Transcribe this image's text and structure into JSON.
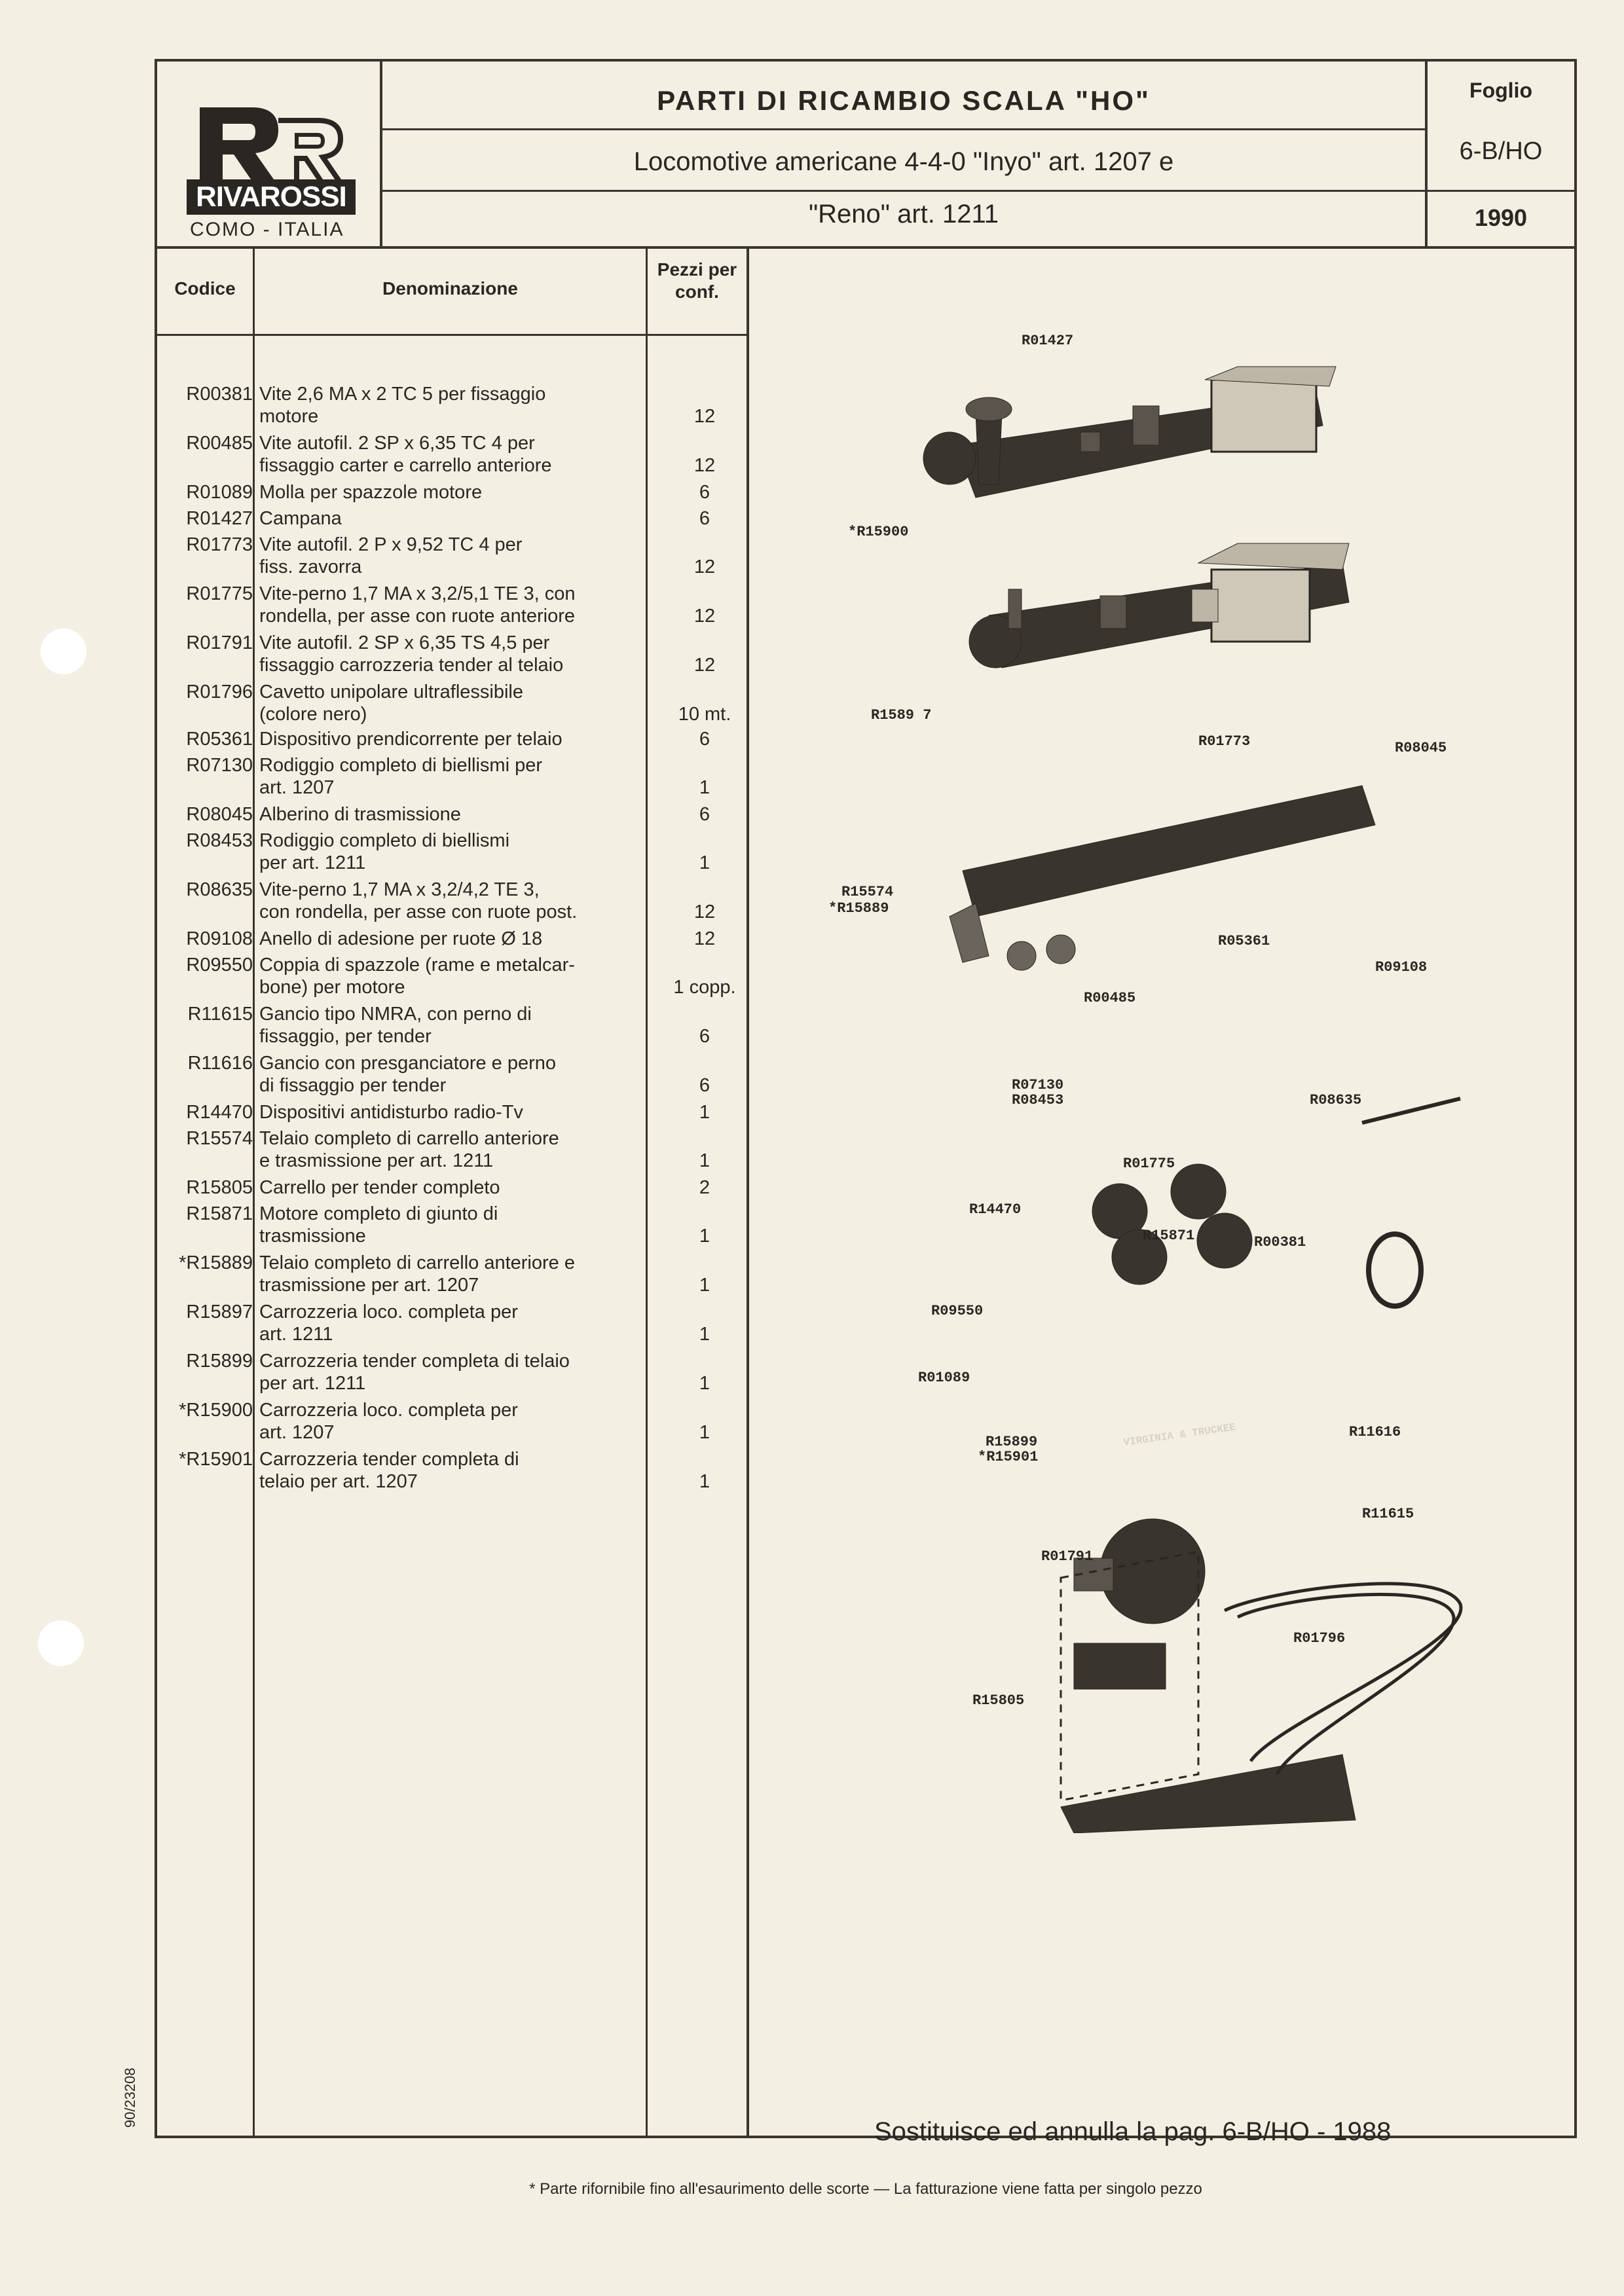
{
  "header": {
    "brand": "RIVAROSSI",
    "city": "COMO - ITALIA",
    "title": "PARTI DI RICAMBIO SCALA \"HO\"",
    "subtitle_1": "Locomotive americane 4-4-0 \"Inyo\" art. 1207 e",
    "subtitle_2": "\"Reno\" art. 1211",
    "foglio_label": "Foglio",
    "foglio_value": "6-B/HO",
    "year": "1990"
  },
  "table": {
    "col_code": "Codice",
    "col_name": "Denominazione",
    "col_qty": "Pezzi per conf.",
    "rows": [
      {
        "code": "R00381",
        "l1": "Vite 2,6 MA x 2 TC 5 per fissaggio",
        "l2": "motore",
        "qty": "12"
      },
      {
        "code": "R00485",
        "l1": "Vite autofil. 2 SP x 6,35 TC 4 per",
        "l2": "fissaggio carter e carrello anteriore",
        "qty": "12"
      },
      {
        "code": "R01089",
        "l1": "Molla per spazzole motore",
        "l2": "",
        "qty": "6"
      },
      {
        "code": "R01427",
        "l1": "Campana",
        "l2": "",
        "qty": "6"
      },
      {
        "code": "R01773",
        "l1": "Vite autofil. 2 P x 9,52 TC 4 per",
        "l2": "fiss. zavorra",
        "qty": "12"
      },
      {
        "code": "R01775",
        "l1": "Vite-perno 1,7 MA x 3,2/5,1 TE 3, con",
        "l2": "rondella, per asse con ruote anteriore",
        "qty": "12"
      },
      {
        "code": "R01791",
        "l1": "Vite autofil. 2 SP x 6,35 TS 4,5 per",
        "l2": "fissaggio carrozzeria tender al telaio",
        "qty": "12"
      },
      {
        "code": "R01796",
        "l1": "Cavetto unipolare ultraflessibile",
        "l2": "(colore nero)",
        "qty": "10 mt."
      },
      {
        "code": "R05361",
        "l1": "Dispositivo prendicorrente per telaio",
        "l2": "",
        "qty": "6"
      },
      {
        "code": "R07130",
        "l1": "Rodiggio completo di biellismi per",
        "l2": "art. 1207",
        "qty": "1"
      },
      {
        "code": "R08045",
        "l1": "Alberino di trasmissione",
        "l2": "",
        "qty": "6"
      },
      {
        "code": "R08453",
        "l1": "Rodiggio completo di biellismi",
        "l2": "per art. 1211",
        "qty": "1"
      },
      {
        "code": "R08635",
        "l1": "Vite-perno 1,7 MA x 3,2/4,2 TE 3,",
        "l2": "con rondella, per asse con ruote post.",
        "qty": "12"
      },
      {
        "code": "R09108",
        "l1": "Anello di adesione per ruote Ø 18",
        "l2": "",
        "qty": "12"
      },
      {
        "code": "R09550",
        "l1": "Coppia di spazzole (rame e metalcar-",
        "l2": "bone) per motore",
        "qty": "1 copp."
      },
      {
        "code": "R11615",
        "l1": "Gancio tipo NMRA, con perno di",
        "l2": "fissaggio, per tender",
        "qty": "6"
      },
      {
        "code": "R11616",
        "l1": "Gancio con presganciatore e perno",
        "l2": "di fissaggio per tender",
        "qty": "6"
      },
      {
        "code": "R14470",
        "l1": "Dispositivi antidisturbo radio-Tv",
        "l2": "",
        "qty": "1"
      },
      {
        "code": "R15574",
        "l1": "Telaio completo di carrello anteriore",
        "l2": "e trasmissione per art. 1211",
        "qty": "1"
      },
      {
        "code": "R15805",
        "l1": "Carrello per tender completo",
        "l2": "",
        "qty": "2"
      },
      {
        "code": "R15871",
        "l1": "Motore completo di giunto di",
        "l2": "trasmissione",
        "qty": "1"
      },
      {
        "code": "*R15889",
        "l1": "Telaio completo di carrello anteriore e",
        "l2": "trasmissione per art. 1207",
        "qty": "1"
      },
      {
        "code": "R15897",
        "l1": "Carrozzeria loco. completa per",
        "l2": "art. 1211",
        "qty": "1"
      },
      {
        "code": "R15899",
        "l1": "Carrozzeria tender completa di telaio",
        "l2": "per art. 1211",
        "qty": "1"
      },
      {
        "code": "*R15900",
        "l1": "Carrozzeria loco. completa per",
        "l2": "art. 1207",
        "qty": "1"
      },
      {
        "code": "*R15901",
        "l1": "Carrozzeria tender completa di",
        "l2": "telaio per art. 1207",
        "qty": "1"
      }
    ]
  },
  "diagram_labels": {
    "r01427": "R01427",
    "r15900": "*R15900",
    "r15897": "R1589 7",
    "r01773": "R01773",
    "r08045": "R08045",
    "r15574": "R15574",
    "r15889": "*R15889",
    "r05361": "R05361",
    "r09108": "R09108",
    "r00485": "R00485",
    "r07130": "R07130",
    "r08453": "R08453",
    "r08635": "R08635",
    "r01775": "R01775",
    "r14470": "R14470",
    "r15871": "R15871",
    "r00381": "R00381",
    "r09550": "R09550",
    "r01089": "R01089",
    "r15899": "R15899",
    "r15901": "*R15901",
    "r11616": "R11616",
    "r11615": "R11615",
    "r01791": "R01791",
    "r01796": "R01796",
    "r15805": "R15805"
  },
  "tender_lettering": "VIRGINIA & TRUCKEE",
  "replace_note": "Sostituisce ed annulla la pag. 6-B/HO - 1988",
  "footnote": "* Parte rifornibile fino all'esaurimento delle scorte — La fatturazione viene fatta per singolo pezzo",
  "side_code": "90/23208"
}
